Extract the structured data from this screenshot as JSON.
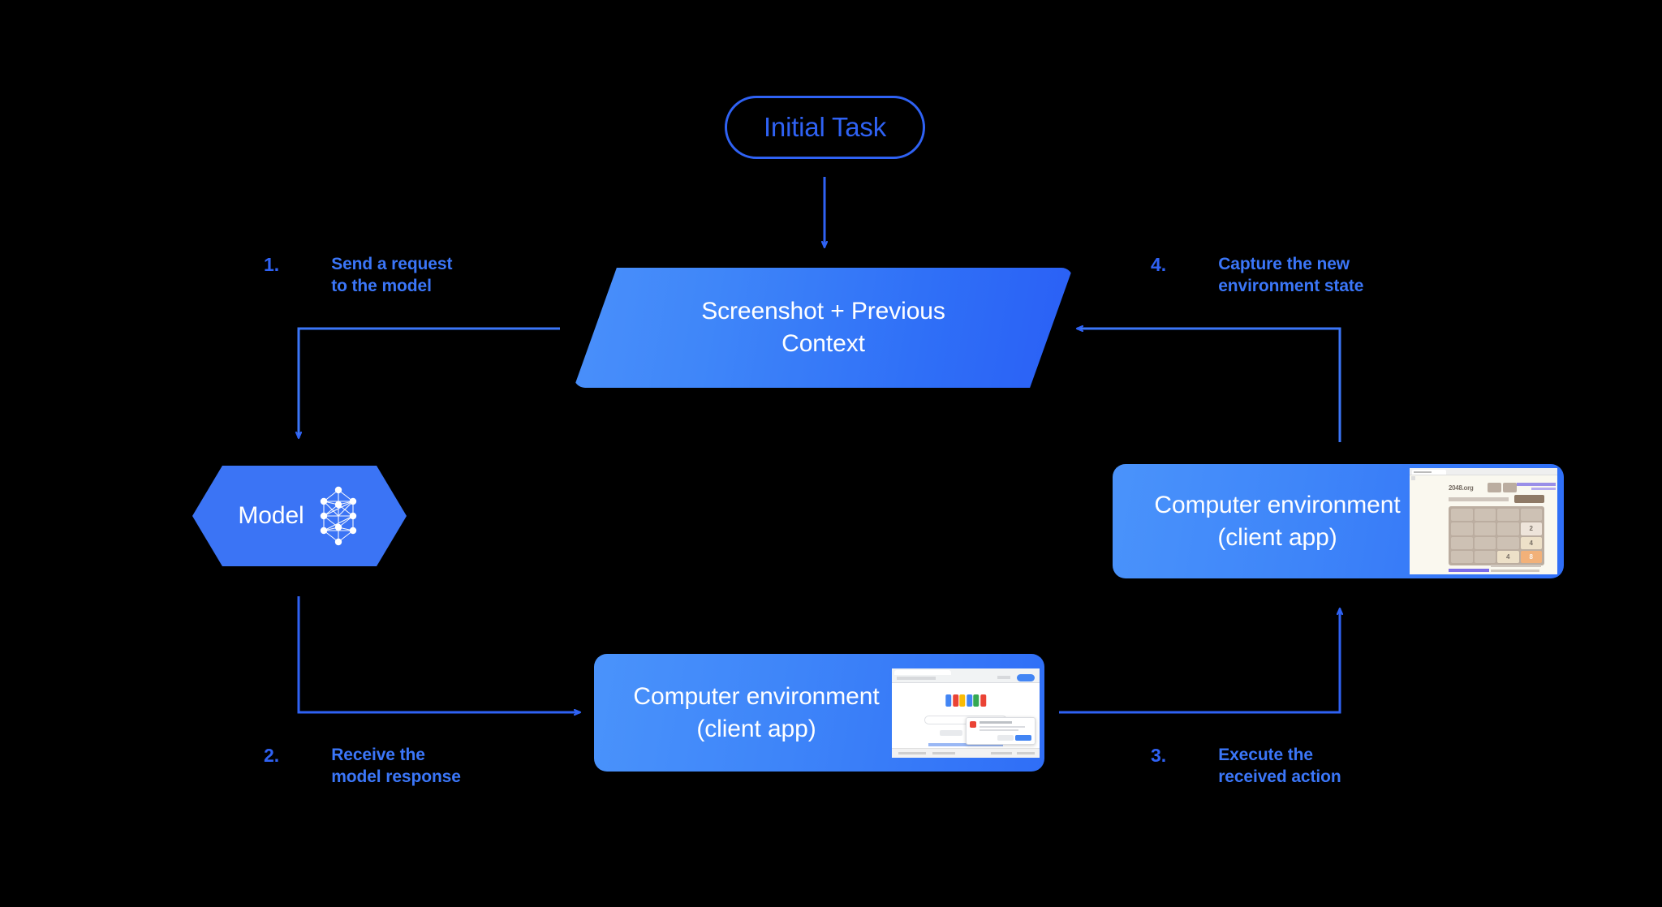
{
  "background_color": "#000000",
  "accent_color": "#2f62f4",
  "text_color_on_blue": "#ffffff",
  "nodes": {
    "initial_task": {
      "label": "Initial Task"
    },
    "context": {
      "label_line1": "Screenshot + Previous",
      "label_line2": "Context"
    },
    "model": {
      "label": "Model",
      "icon": "neural-network-icon"
    },
    "env_right": {
      "label_line1": "Computer environment",
      "label_line2": "(client app)",
      "thumbnail": "2048-game-screenshot"
    },
    "env_bottom": {
      "label_line1": "Computer environment",
      "label_line2": "(client app)",
      "thumbnail": "google-search-screenshot"
    }
  },
  "steps": [
    {
      "num": "1.",
      "line1": "Send a request",
      "line2": "to the model"
    },
    {
      "num": "2.",
      "line1": "Receive the",
      "line2": "model response"
    },
    {
      "num": "3.",
      "line1": "Execute the",
      "line2": "received action"
    },
    {
      "num": "4.",
      "line1": "Capture the new",
      "line2": "environment state"
    }
  ],
  "thumbnails": {
    "game_2048": {
      "site_title": "2048.org",
      "tiles": [
        "",
        "",
        "",
        "",
        "",
        "",
        "",
        "2",
        "",
        "",
        "",
        "4",
        "",
        "",
        "4",
        "8"
      ]
    },
    "google": {
      "logo_colors": [
        "#4285f4",
        "#ea4335",
        "#fbbc05",
        "#4285f4",
        "#34a853",
        "#ea4335"
      ]
    }
  }
}
